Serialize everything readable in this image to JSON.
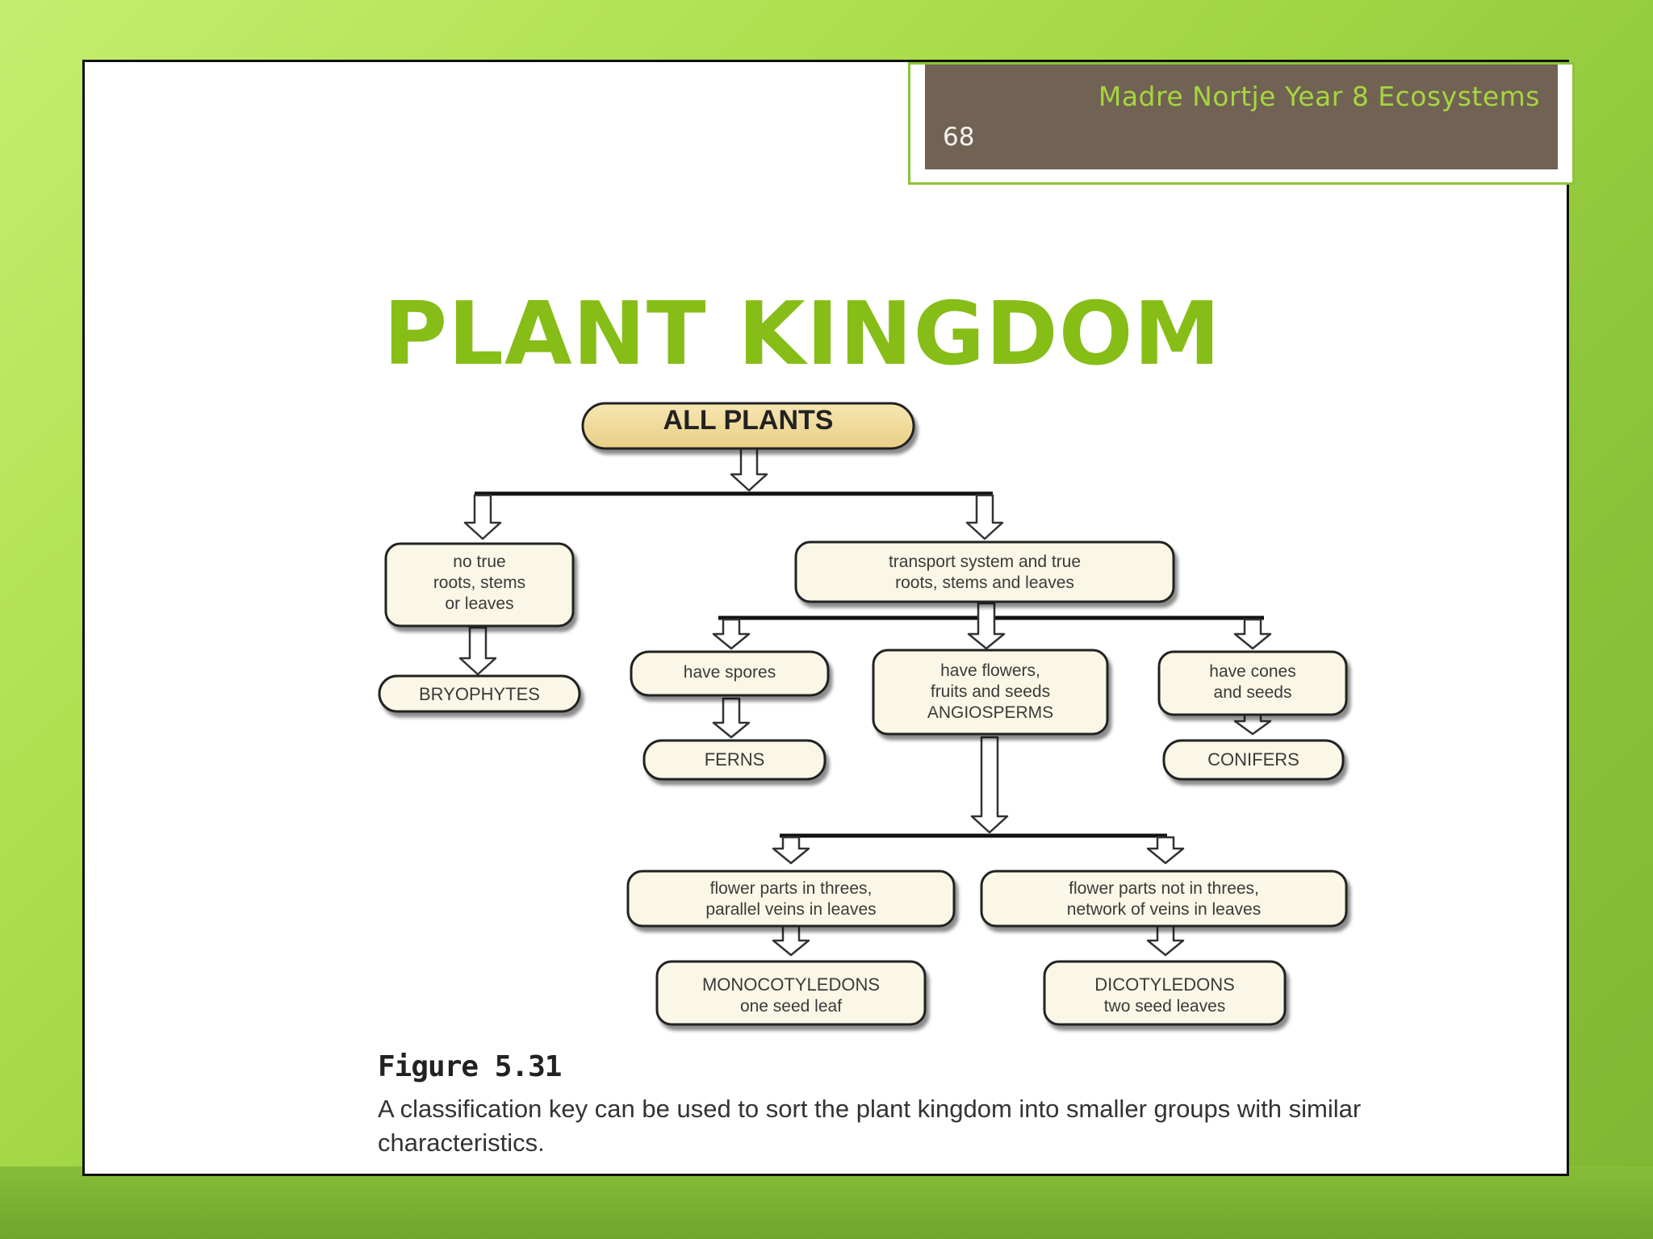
{
  "header": {
    "title": "Madre Nortje Year 8 Ecosystems",
    "page_number": "68"
  },
  "slide": {
    "title": "PLANT KINGDOM"
  },
  "diagram": {
    "root": "ALL PLANTS",
    "no_true_roots": [
      "no true",
      "roots, stems",
      "or leaves"
    ],
    "bryophytes": "BRYOPHYTES",
    "transport": [
      "transport system and true",
      "roots, stems and leaves"
    ],
    "have_spores": "have spores",
    "ferns": "FERNS",
    "have_flowers": [
      "have flowers,",
      "fruits and seeds",
      "ANGIOSPERMS"
    ],
    "have_cones": [
      "have cones",
      "and seeds"
    ],
    "conifers": "CONIFERS",
    "threes": [
      "flower parts in threes,",
      "parallel veins in leaves"
    ],
    "not_threes": [
      "flower parts not in threes,",
      "network of veins in leaves"
    ],
    "monocots": [
      "MONOCOTYLEDONS",
      "one seed leaf"
    ],
    "dicots": [
      "DICOTYLEDONS",
      "two seed leaves"
    ]
  },
  "caption": {
    "figure": "Figure 5.31",
    "text": "A classification key can be used to sort the plant kingdom into smaller groups with similar characteristics."
  }
}
